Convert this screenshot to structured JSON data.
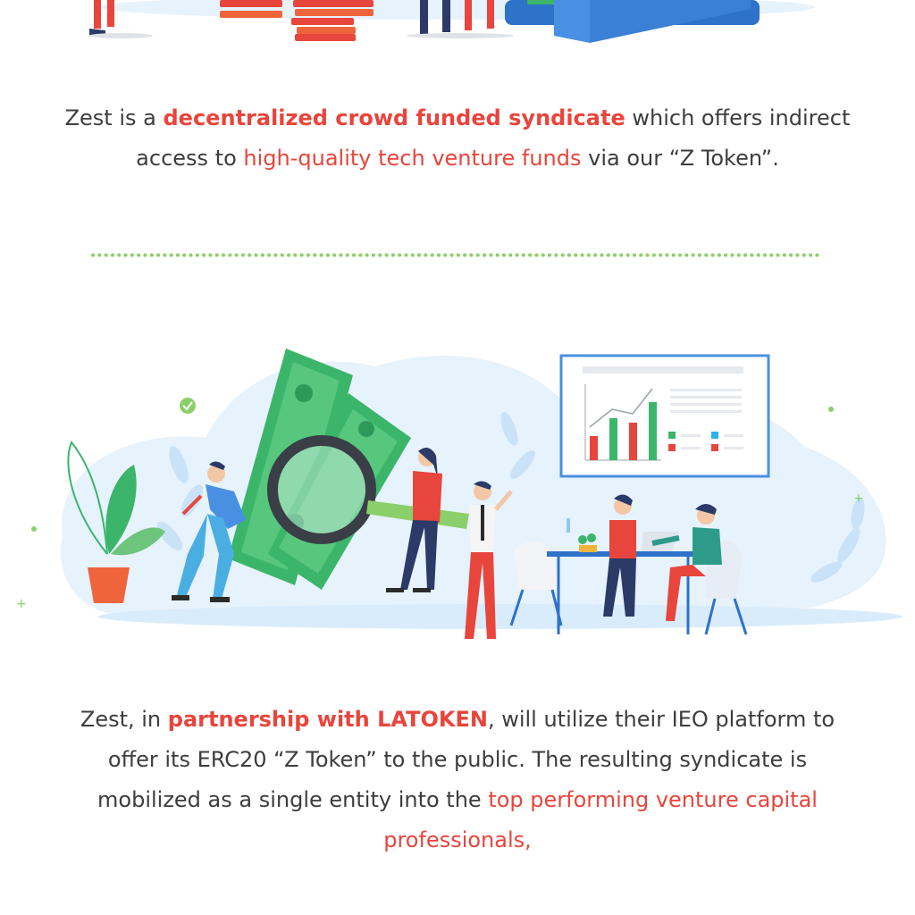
{
  "intro": {
    "before": "Zest is a ",
    "highlight_bold": "decentralized crowd funded syndicate",
    "middle": " which offers indirect access to ",
    "highlight": "high-quality tech venture funds",
    "after": " via our “Z Token”."
  },
  "partnership": {
    "before": "Zest, in ",
    "highlight_bold": "partnership with LATOKEN",
    "middle": ", will utilize their IEO platform to offer its ERC20 “Z Token” to the public. The resulting syndicate is mobilized as a single entity into the ",
    "highlight": "top performing venture capital professionals,"
  },
  "colors": {
    "accent_red": "#e8453c",
    "accent_green": "#8bcf6a",
    "money_green": "#3bb56a",
    "sky_blue": "#d9ecfb",
    "text": "#3d3d3d"
  },
  "icons": {
    "check": "check-circle-icon",
    "magnifier": "magnifying-glass-icon",
    "chart": "bar-chart-icon"
  }
}
